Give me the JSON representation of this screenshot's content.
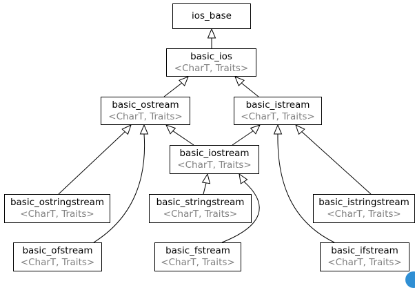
{
  "nodes": {
    "ios_base": {
      "name": "ios_base"
    },
    "basic_ios": {
      "name": "basic_ios",
      "params": "<CharT, Traits>"
    },
    "basic_ostream": {
      "name": "basic_ostream",
      "params": "<CharT, Traits>"
    },
    "basic_istream": {
      "name": "basic_istream",
      "params": "<CharT, Traits>"
    },
    "basic_iostream": {
      "name": "basic_iostream",
      "params": "<CharT, Traits>"
    },
    "basic_ostringstream": {
      "name": "basic_ostringstream",
      "params": "<CharT, Traits>"
    },
    "basic_stringstream": {
      "name": "basic_stringstream",
      "params": "<CharT, Traits>"
    },
    "basic_istringstream": {
      "name": "basic_istringstream",
      "params": "<CharT, Traits>"
    },
    "basic_ofstream": {
      "name": "basic_ofstream",
      "params": "<CharT, Traits>"
    },
    "basic_fstream": {
      "name": "basic_fstream",
      "params": "<CharT, Traits>"
    },
    "basic_ifstream": {
      "name": "basic_ifstream",
      "params": "<CharT, Traits>"
    }
  },
  "edges": [
    {
      "from": "basic_ios",
      "to": "ios_base"
    },
    {
      "from": "basic_ostream",
      "to": "basic_ios"
    },
    {
      "from": "basic_istream",
      "to": "basic_ios"
    },
    {
      "from": "basic_iostream",
      "to": "basic_ostream"
    },
    {
      "from": "basic_iostream",
      "to": "basic_istream"
    },
    {
      "from": "basic_ostringstream",
      "to": "basic_ostream"
    },
    {
      "from": "basic_ofstream",
      "to": "basic_ostream"
    },
    {
      "from": "basic_stringstream",
      "to": "basic_iostream"
    },
    {
      "from": "basic_fstream",
      "to": "basic_iostream"
    },
    {
      "from": "basic_istringstream",
      "to": "basic_istream"
    },
    {
      "from": "basic_ifstream",
      "to": "basic_istream"
    }
  ],
  "colors": {
    "line": "#000000",
    "params_text": "#808080",
    "corner_badge": "#2f8fd4"
  }
}
